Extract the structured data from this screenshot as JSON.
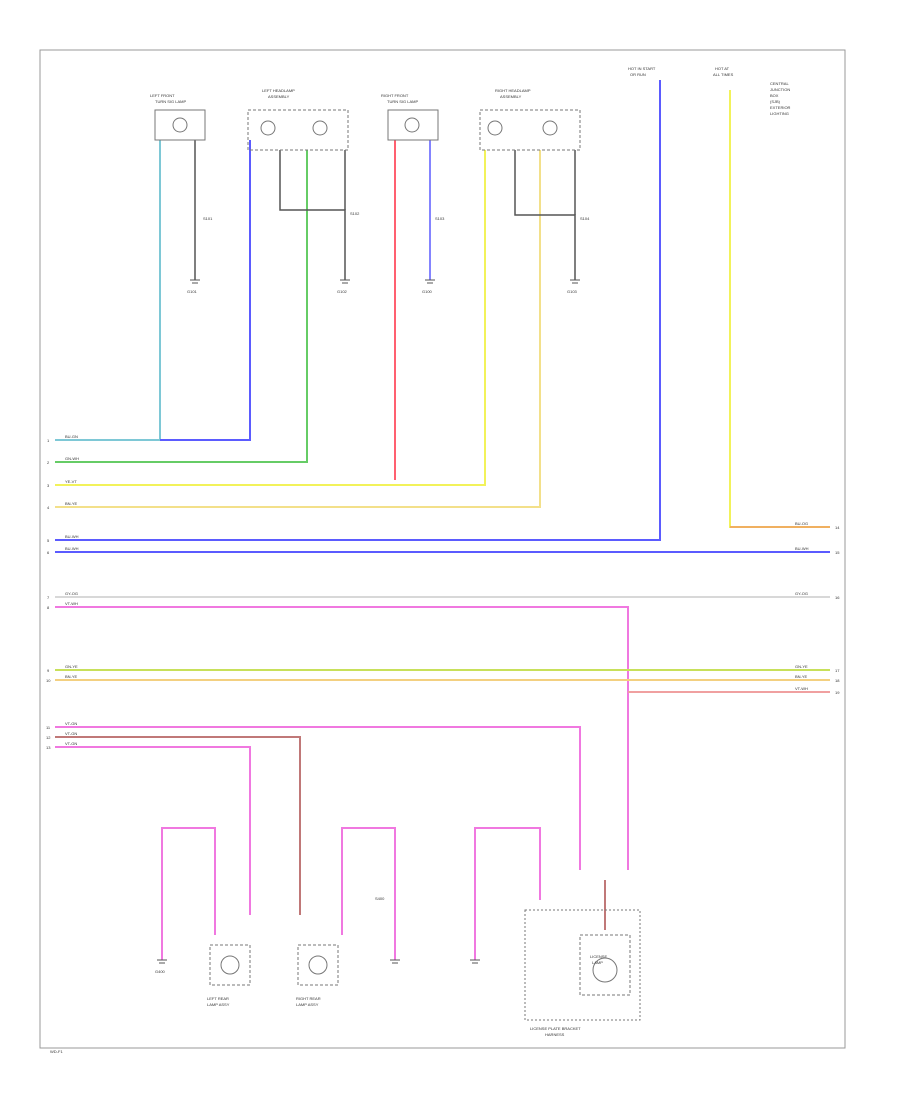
{
  "diagram": {
    "page_ref": "WD-F1",
    "top_right_note": [
      "CENTRAL",
      "JUNCTION",
      "BOX",
      "(SJB)",
      "EXTERIOR",
      "LIGHTING"
    ],
    "wire_colors": {
      "lt_blue": "#7ec8d6",
      "blue": "#5b5bff",
      "green": "#66cc66",
      "yel_grn": "#c8e05a",
      "yellow": "#f2f25a",
      "orange": "#f0b060",
      "violet": "#8080f0",
      "pink": "#f078e0",
      "red": "#ff6070",
      "brown": "#c07878",
      "gray": "#b0b0b0"
    },
    "components": [
      {
        "id": "lf-turn",
        "label": [
          "LEFT FRONT",
          "TURN SIG LAMP"
        ]
      },
      {
        "id": "lh-headlamp",
        "label": [
          "LEFT HEADLAMP",
          "ASSEMBLY"
        ]
      },
      {
        "id": "rf-turn",
        "label": [
          "RIGHT FRONT",
          "TURN SIG LAMP"
        ]
      },
      {
        "id": "rh-headlamp",
        "label": [
          "RIGHT HEADLAMP",
          "ASSEMBLY"
        ]
      },
      {
        "id": "hot-run",
        "label": [
          "HOT IN START",
          "OR RUN"
        ]
      },
      {
        "id": "hot-all",
        "label": [
          "HOT AT",
          "ALL TIMES"
        ]
      },
      {
        "id": "l-lic",
        "label": [
          "LEFT REAR",
          "LAMP ASSY"
        ]
      },
      {
        "id": "r-lic",
        "label": [
          "RIGHT REAR",
          "LAMP ASSY"
        ]
      },
      {
        "id": "lic-lamp",
        "label": [
          "LICENSE",
          "LAMP"
        ]
      },
      {
        "id": "lic-plate",
        "label": [
          "LICENSE PLATE BRACKET",
          "HARNESS"
        ]
      }
    ],
    "left_pins": [
      "1",
      "2",
      "3",
      "4",
      "5",
      "6",
      "7",
      "8",
      "9",
      "10",
      "11",
      "12",
      "13"
    ],
    "right_pins": [
      "14",
      "15",
      "16",
      "17",
      "18",
      "19"
    ],
    "wire_labels": {
      "w1": "BU-GN",
      "w2": "GN-WH",
      "w3": "YE-VT",
      "w4": "BN-YE",
      "w5": "BU-WH",
      "w6": "BU-WH",
      "w7": "GY-OG",
      "w8": "VT-WH",
      "w9": "GN-YE",
      "w10": "BN-YE",
      "w11": "VT-GN",
      "w12": "VT-GN",
      "w13": "VT-GN",
      "r1": "BU-OG",
      "r2": "BU-WH",
      "r3": "GY-OG",
      "r4": "GN-YE",
      "r5": "BN-YE",
      "r6": "VT-WH"
    },
    "ground_labels": [
      "G101",
      "G102",
      "G100",
      "G103",
      "G400"
    ],
    "splice_labels": [
      "S101",
      "S102",
      "S103",
      "S104",
      "S400"
    ]
  }
}
